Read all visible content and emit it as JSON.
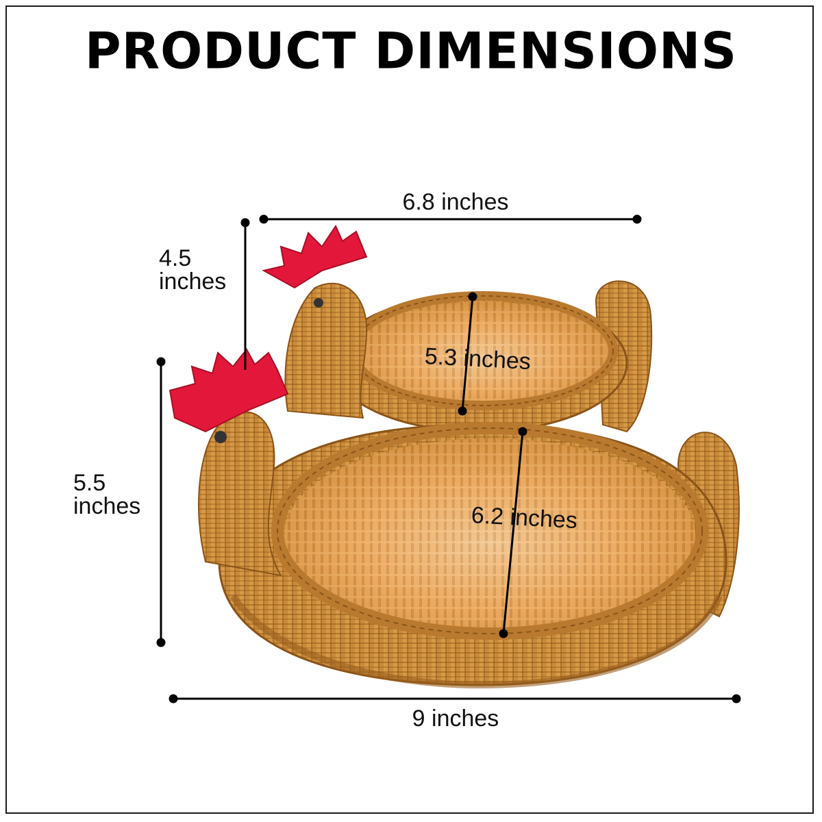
{
  "title": "PRODUCT DIMENSIONS",
  "dimensions": {
    "small_width": "6.8 inches",
    "small_height_line1": "4.5",
    "small_height_line2": "inches",
    "small_depth": "5.3 inches",
    "large_height_line1": "5.5",
    "large_height_line2": "inches",
    "large_depth": "6.2 inches",
    "large_width": "9 inches"
  },
  "colors": {
    "wicker": "#c98a3a",
    "wicker_dark": "#9a5f1e",
    "wicker_light": "#e2a95a",
    "comb": "#e3173a",
    "line": "#000000"
  },
  "icons": [
    "rooster-basket-small",
    "rooster-basket-large"
  ]
}
